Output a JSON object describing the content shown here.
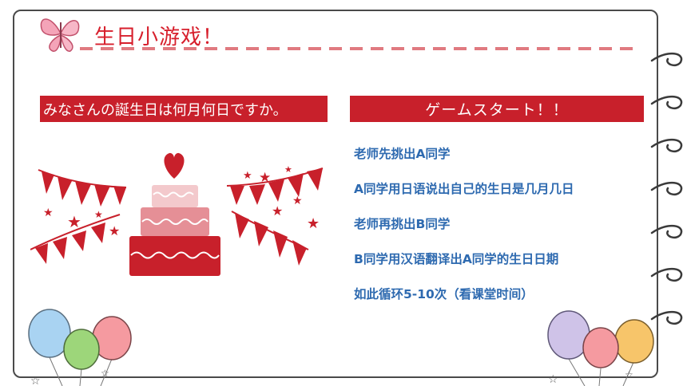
{
  "slide": {
    "title": "生日小游戏！",
    "left_banner": "みなさんの誕生日は何月何日ですか。",
    "right_banner": "ゲームスタート！！",
    "steps": [
      "老师先挑出A同学",
      "A同学用日语说出自己的生日是几月几日",
      "老师再挑出B同学",
      "B同学用汉语翻译出A同学的生日日期",
      "如此循环5-10次（看课堂时间）"
    ]
  },
  "colors": {
    "accent_red": "#c8202b",
    "title_red": "#d71f2c",
    "step_blue": "#2e6ab0",
    "dash_red": "#e07a80"
  },
  "icons": [
    "butterfly-icon",
    "cake-icon",
    "heart-icon",
    "bunting-icon",
    "balloon-icon",
    "star-icon",
    "spiral-binding-icon"
  ]
}
